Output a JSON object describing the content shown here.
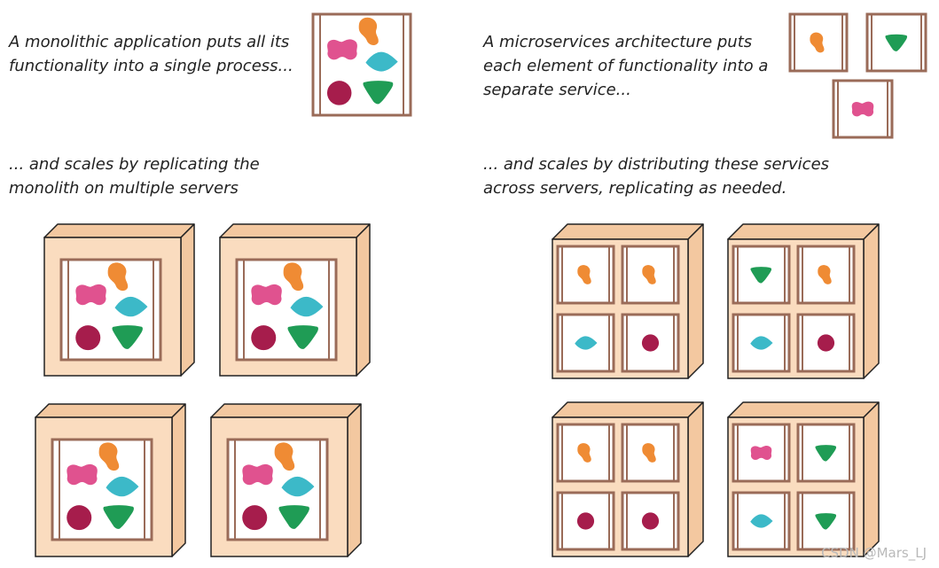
{
  "captions": {
    "monolith_line1": "A monolithic application puts all its",
    "monolith_line2": "functionality into a single process...",
    "monolith_scale1": "... and scales by replicating the",
    "monolith_scale2": "monolith on multiple servers",
    "micro_line1": "A microservices architecture puts",
    "micro_line2": "each element of functionality into a",
    "micro_line3": "separate service...",
    "micro_scale1": "... and scales by distributing these services",
    "micro_scale2": "across servers, replicating as needed."
  },
  "watermark": "CSDN @Mars_LJ",
  "colors": {
    "server_front": "#fadcbf",
    "server_side": "#f3c8a0",
    "server_outline": "#222222",
    "process_frame": "#9a6b58",
    "pink": "#e0528f",
    "orange": "#ef8b34",
    "teal": "#3cb9c8",
    "maroon": "#a61d4c",
    "green": "#1f9c55"
  },
  "diagram": {
    "monolith_components": [
      "pink-blob",
      "orange-blob",
      "teal-diamond",
      "maroon-circle",
      "green-triangle"
    ],
    "micro_services": [
      "orange-blob",
      "green-triangle",
      "pink-blob"
    ],
    "micro_servers": [
      [
        "orange-blob",
        "orange-blob",
        "teal-diamond",
        "maroon-circle"
      ],
      [
        "green-triangle",
        "orange-blob",
        "teal-diamond",
        "maroon-circle"
      ],
      [
        "orange-blob",
        "orange-blob",
        "maroon-circle",
        "maroon-circle"
      ],
      [
        "pink-blob",
        "green-triangle",
        "teal-diamond",
        "green-triangle"
      ]
    ]
  }
}
